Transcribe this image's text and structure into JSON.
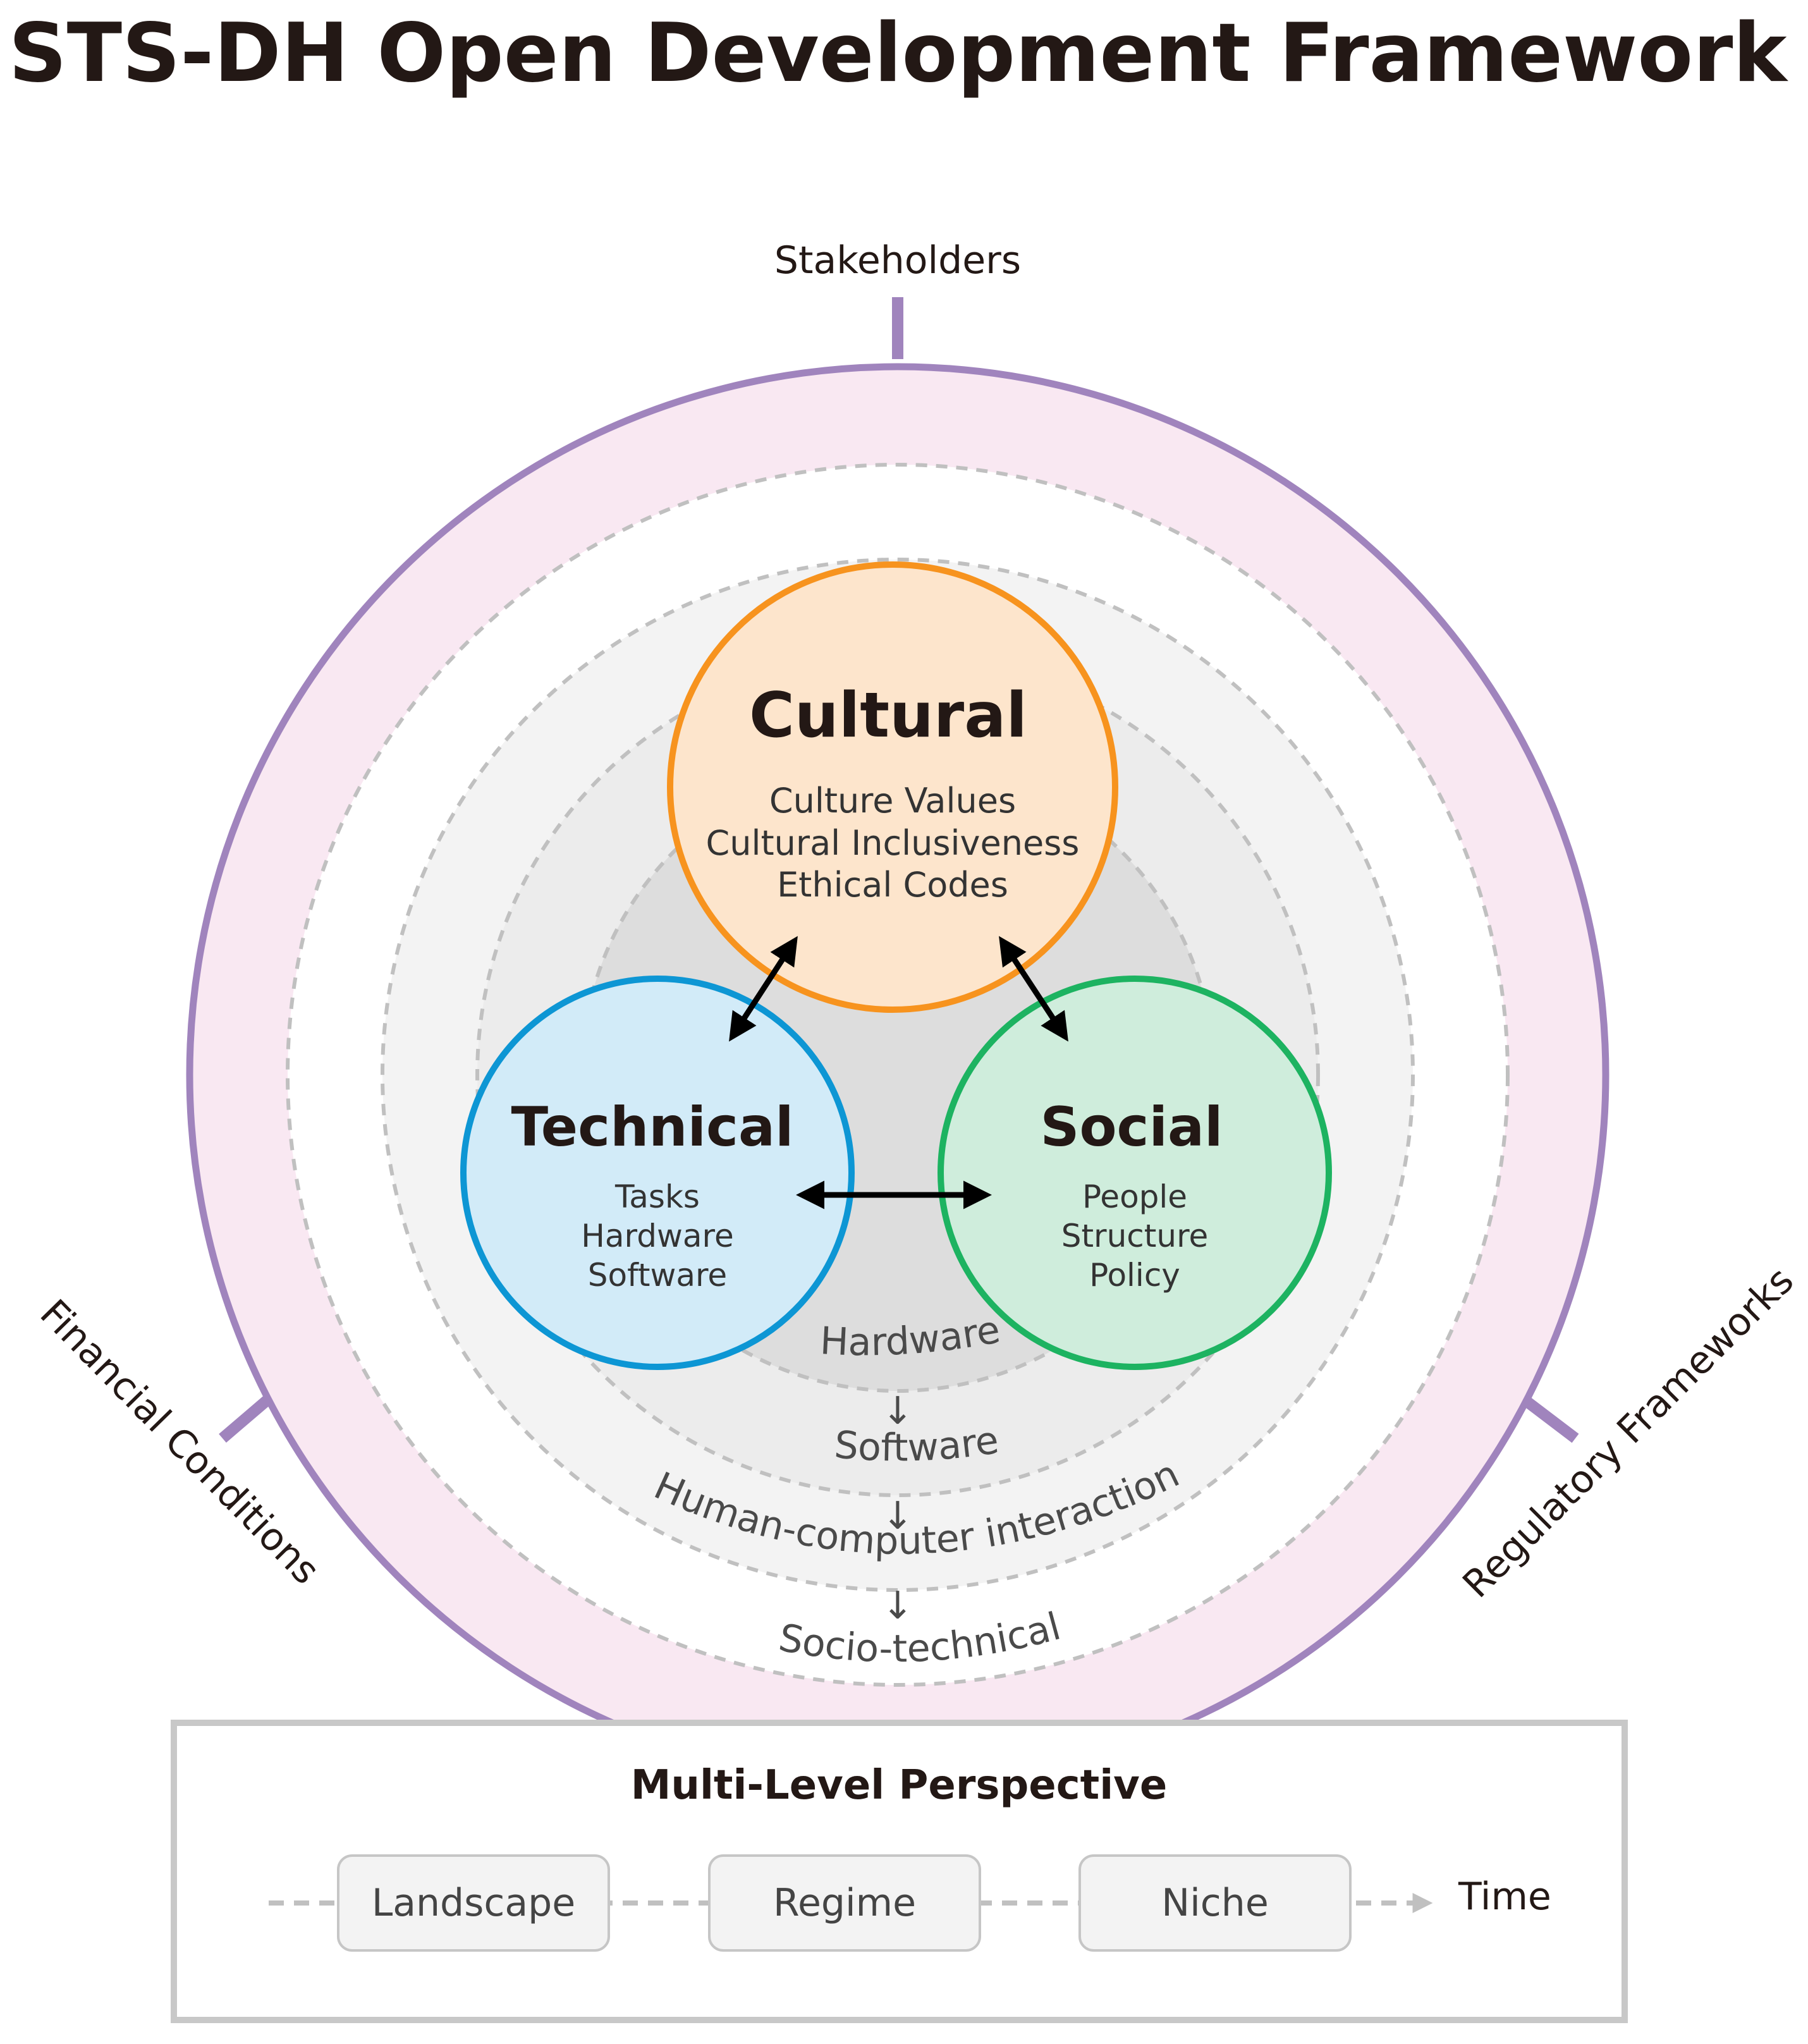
{
  "title": "STS-DH Open Development Framework",
  "outer_labels": {
    "top": "Stakeholders",
    "left": "Financial Conditions",
    "right": "Regulatory Frameworks"
  },
  "circles": {
    "cultural": {
      "title": "Cultural",
      "items": [
        "Culture Values",
        "Cultural Inclusiveness",
        "Ethical Codes"
      ],
      "stroke": "#f7931e",
      "fill": "#fde5cc"
    },
    "technical": {
      "title": "Technical",
      "items": [
        "Tasks",
        "Hardware",
        "Software"
      ],
      "stroke": "#0d96d4",
      "fill": "#d2ebf8"
    },
    "social": {
      "title": "Social",
      "items": [
        "People",
        "Structure",
        "Policy"
      ],
      "stroke": "#1db361",
      "fill": "#cfeddc"
    }
  },
  "levels": {
    "hardware": "Hardware",
    "software": "Software",
    "hci": "Human-computer interaction",
    "sociotech": "Socio-technical",
    "arrow": "↓"
  },
  "mlp": {
    "title": "Multi-Level Perspective",
    "stages": [
      "Landscape",
      "Regime",
      "Niche"
    ],
    "time_label": "Time"
  },
  "colors": {
    "outer_ring_stroke": "#a084bd",
    "outer_ring_fill": "#f9e8f2",
    "dashed": "#c0c0c0",
    "layer1": "#f3f3f3",
    "layer2": "#ececec",
    "layer3": "#dddddd"
  }
}
